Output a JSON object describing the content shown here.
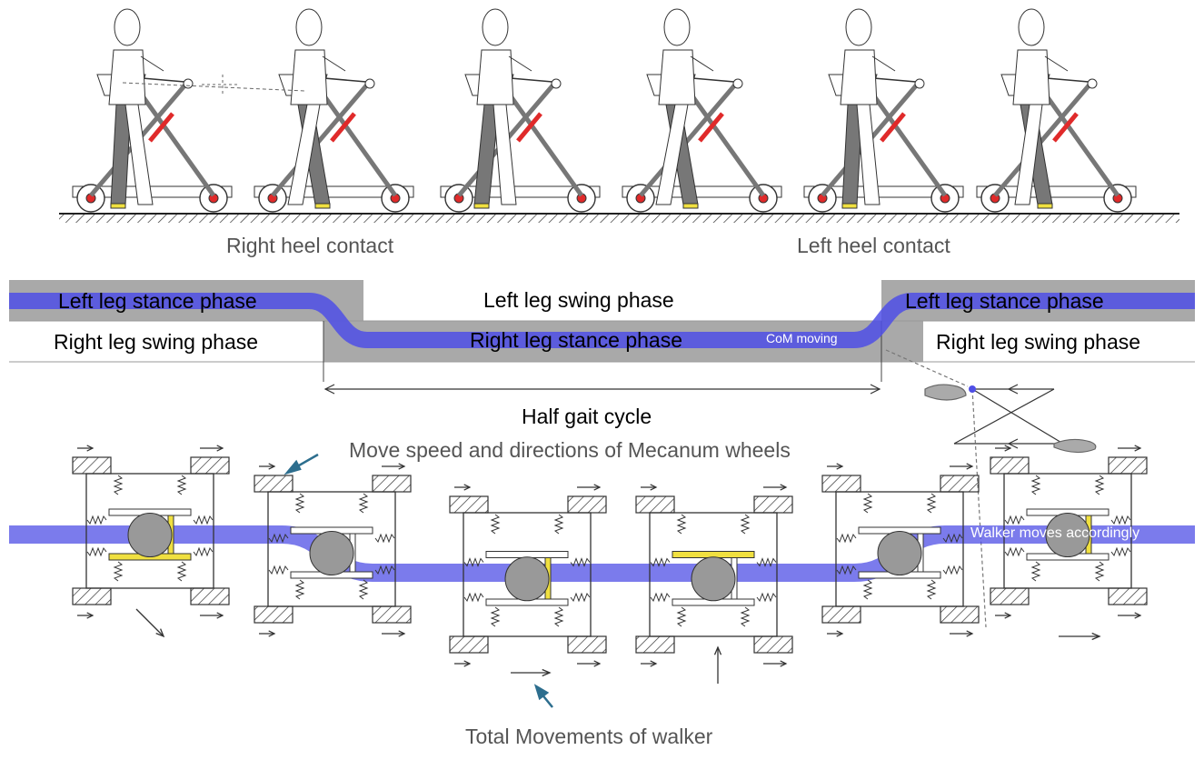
{
  "events": {
    "right_heel_contact": "Right heel contact",
    "left_heel_contact": "Left heel contact"
  },
  "phases": {
    "left_stance_1": "Left leg stance phase",
    "left_swing": "Left leg swing phase",
    "left_stance_2": "Left leg stance phase",
    "right_swing_1": "Right leg swing phase",
    "right_stance": "Right leg stance phase",
    "right_swing_2": "Right leg swing phase"
  },
  "annotations": {
    "com_moving": "CoM moving",
    "half_gait_cycle": "Half gait cycle",
    "wheel_caption": "Move speed and directions of Mecanum wheels",
    "walker_moves": "Walker moves accordingly",
    "total_movements": "Total Movements of walker"
  },
  "colors": {
    "com_band": "#4f4fe6",
    "phase_gray": "#a9a9a9",
    "highlight_yellow": "#f0e040",
    "strut_red": "#e02a2a",
    "arrow_teal": "#2d6e8e"
  }
}
